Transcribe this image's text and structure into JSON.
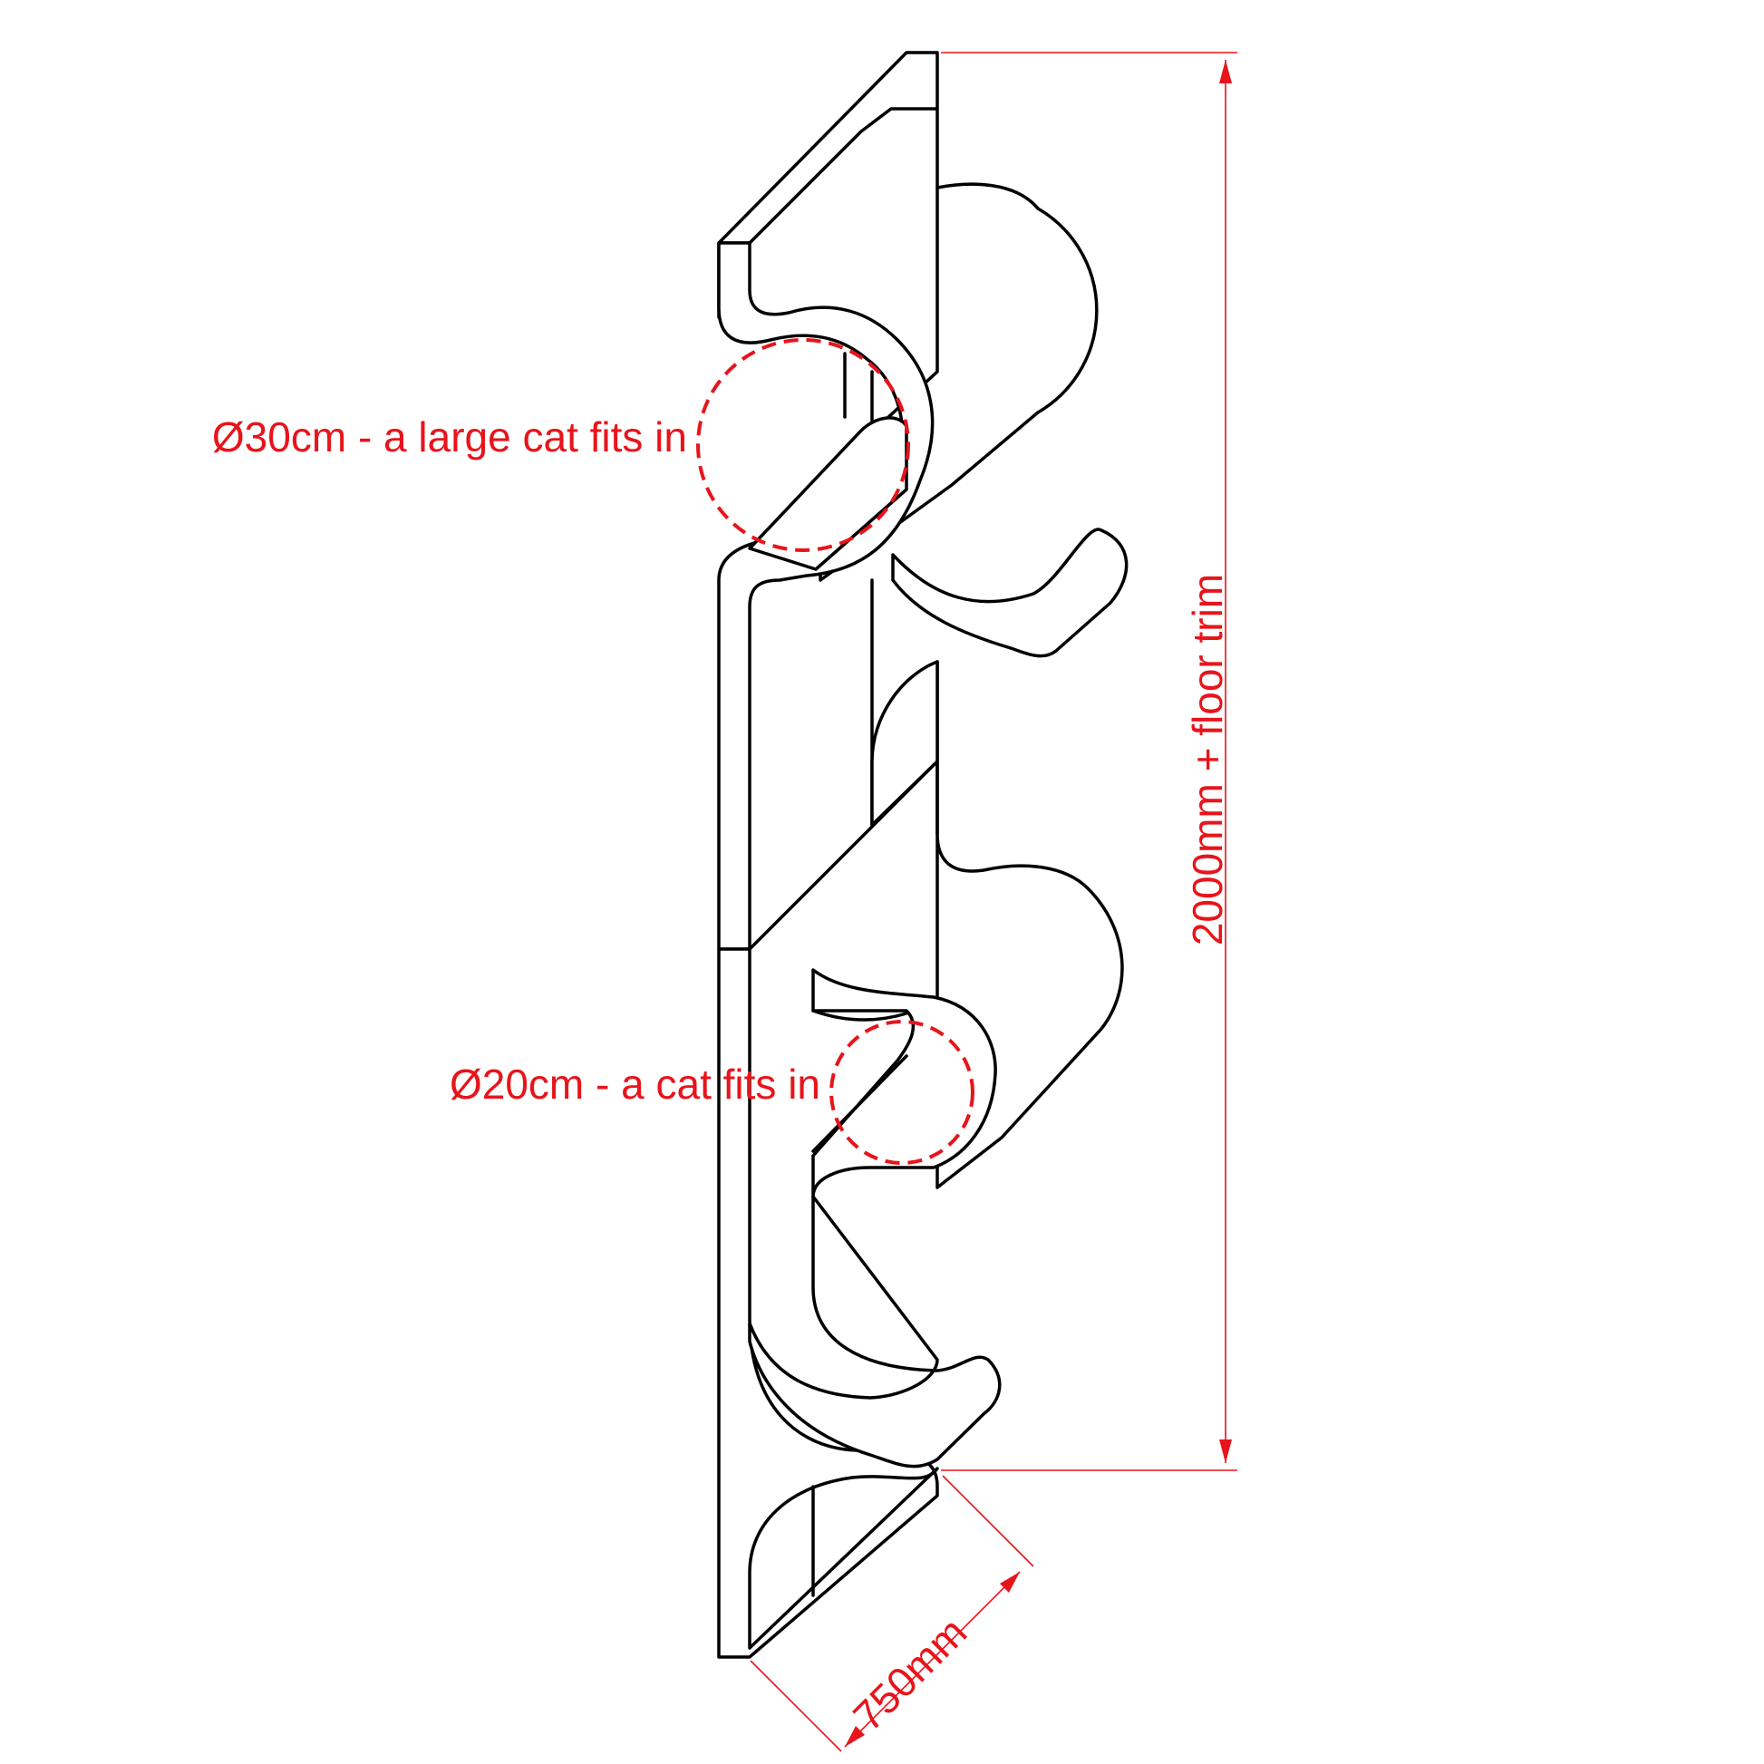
{
  "diagram": {
    "colors": {
      "outline": "#000000",
      "annotation": "#e8141b",
      "background": "#ffffff"
    },
    "annotations": {
      "large_opening": "Ø30cm - a large cat fits in",
      "small_opening": "Ø20cm - a cat fits in",
      "height": "2000mm + floor trim",
      "depth": "750mm"
    }
  }
}
